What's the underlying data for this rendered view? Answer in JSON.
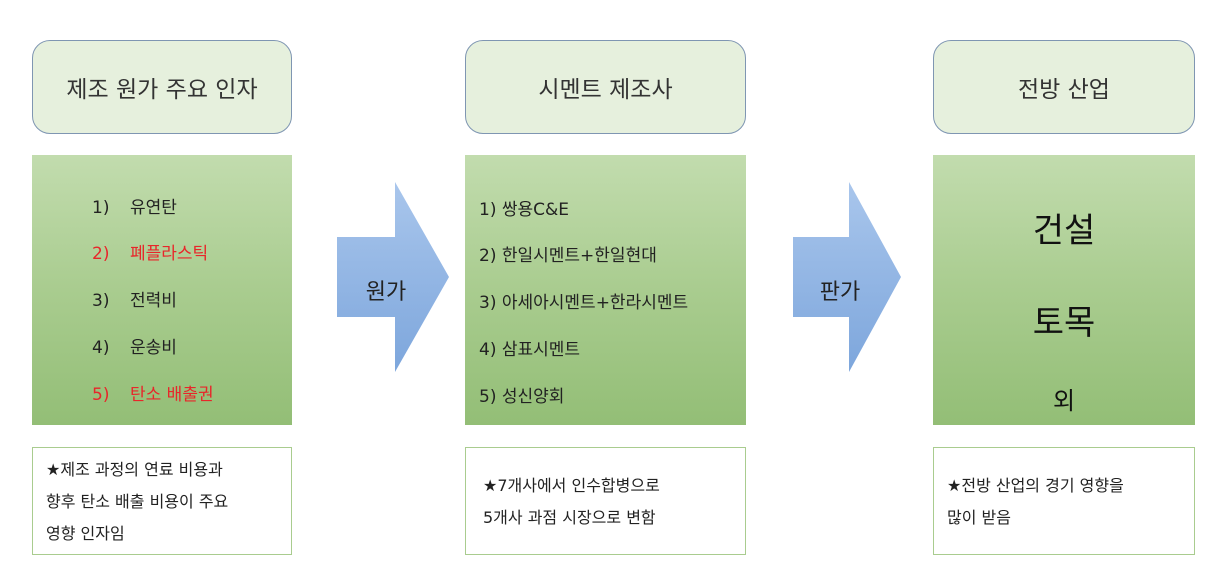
{
  "headers": {
    "left": "제조 원가 주요 인자",
    "middle": "시멘트 제조사",
    "right": "전방 산업"
  },
  "left_panel": {
    "items": [
      {
        "num": "1)",
        "text": "유연탄",
        "highlight": false
      },
      {
        "num": "2)",
        "text": "폐플라스틱",
        "highlight": true
      },
      {
        "num": "3)",
        "text": "전력비",
        "highlight": false
      },
      {
        "num": "4)",
        "text": "운송비",
        "highlight": false
      },
      {
        "num": "5)",
        "text": "탄소 배출권",
        "highlight": true
      }
    ]
  },
  "middle_panel": {
    "items": [
      "1) 쌍용C&E",
      "2) 한일시멘트+한일현대",
      "3) 아세아시멘트+한라시멘트",
      "4) 삼표시멘트",
      "5) 성신양회"
    ]
  },
  "right_panel": {
    "items": [
      "건설",
      "토목",
      "외"
    ]
  },
  "arrows": {
    "first": "원가",
    "second": "판가"
  },
  "notes": {
    "left": [
      "★제조 과정의 연료 비용과",
      "향후 탄소 배출 비용이 주요",
      "영향 인자임"
    ],
    "middle": [
      "★7개사에서 인수합병으로",
      "5개사 과점 시장으로 변함"
    ],
    "right": [
      "★전방 산업의 경기 영향을",
      "많이 받음"
    ]
  },
  "colors": {
    "highlight": "#e8262a",
    "header_fill": "#e6f0dd",
    "header_border": "#7f96b2",
    "panel_green": "#a9cc8f",
    "arrow_blue": "#8fb4e3"
  }
}
